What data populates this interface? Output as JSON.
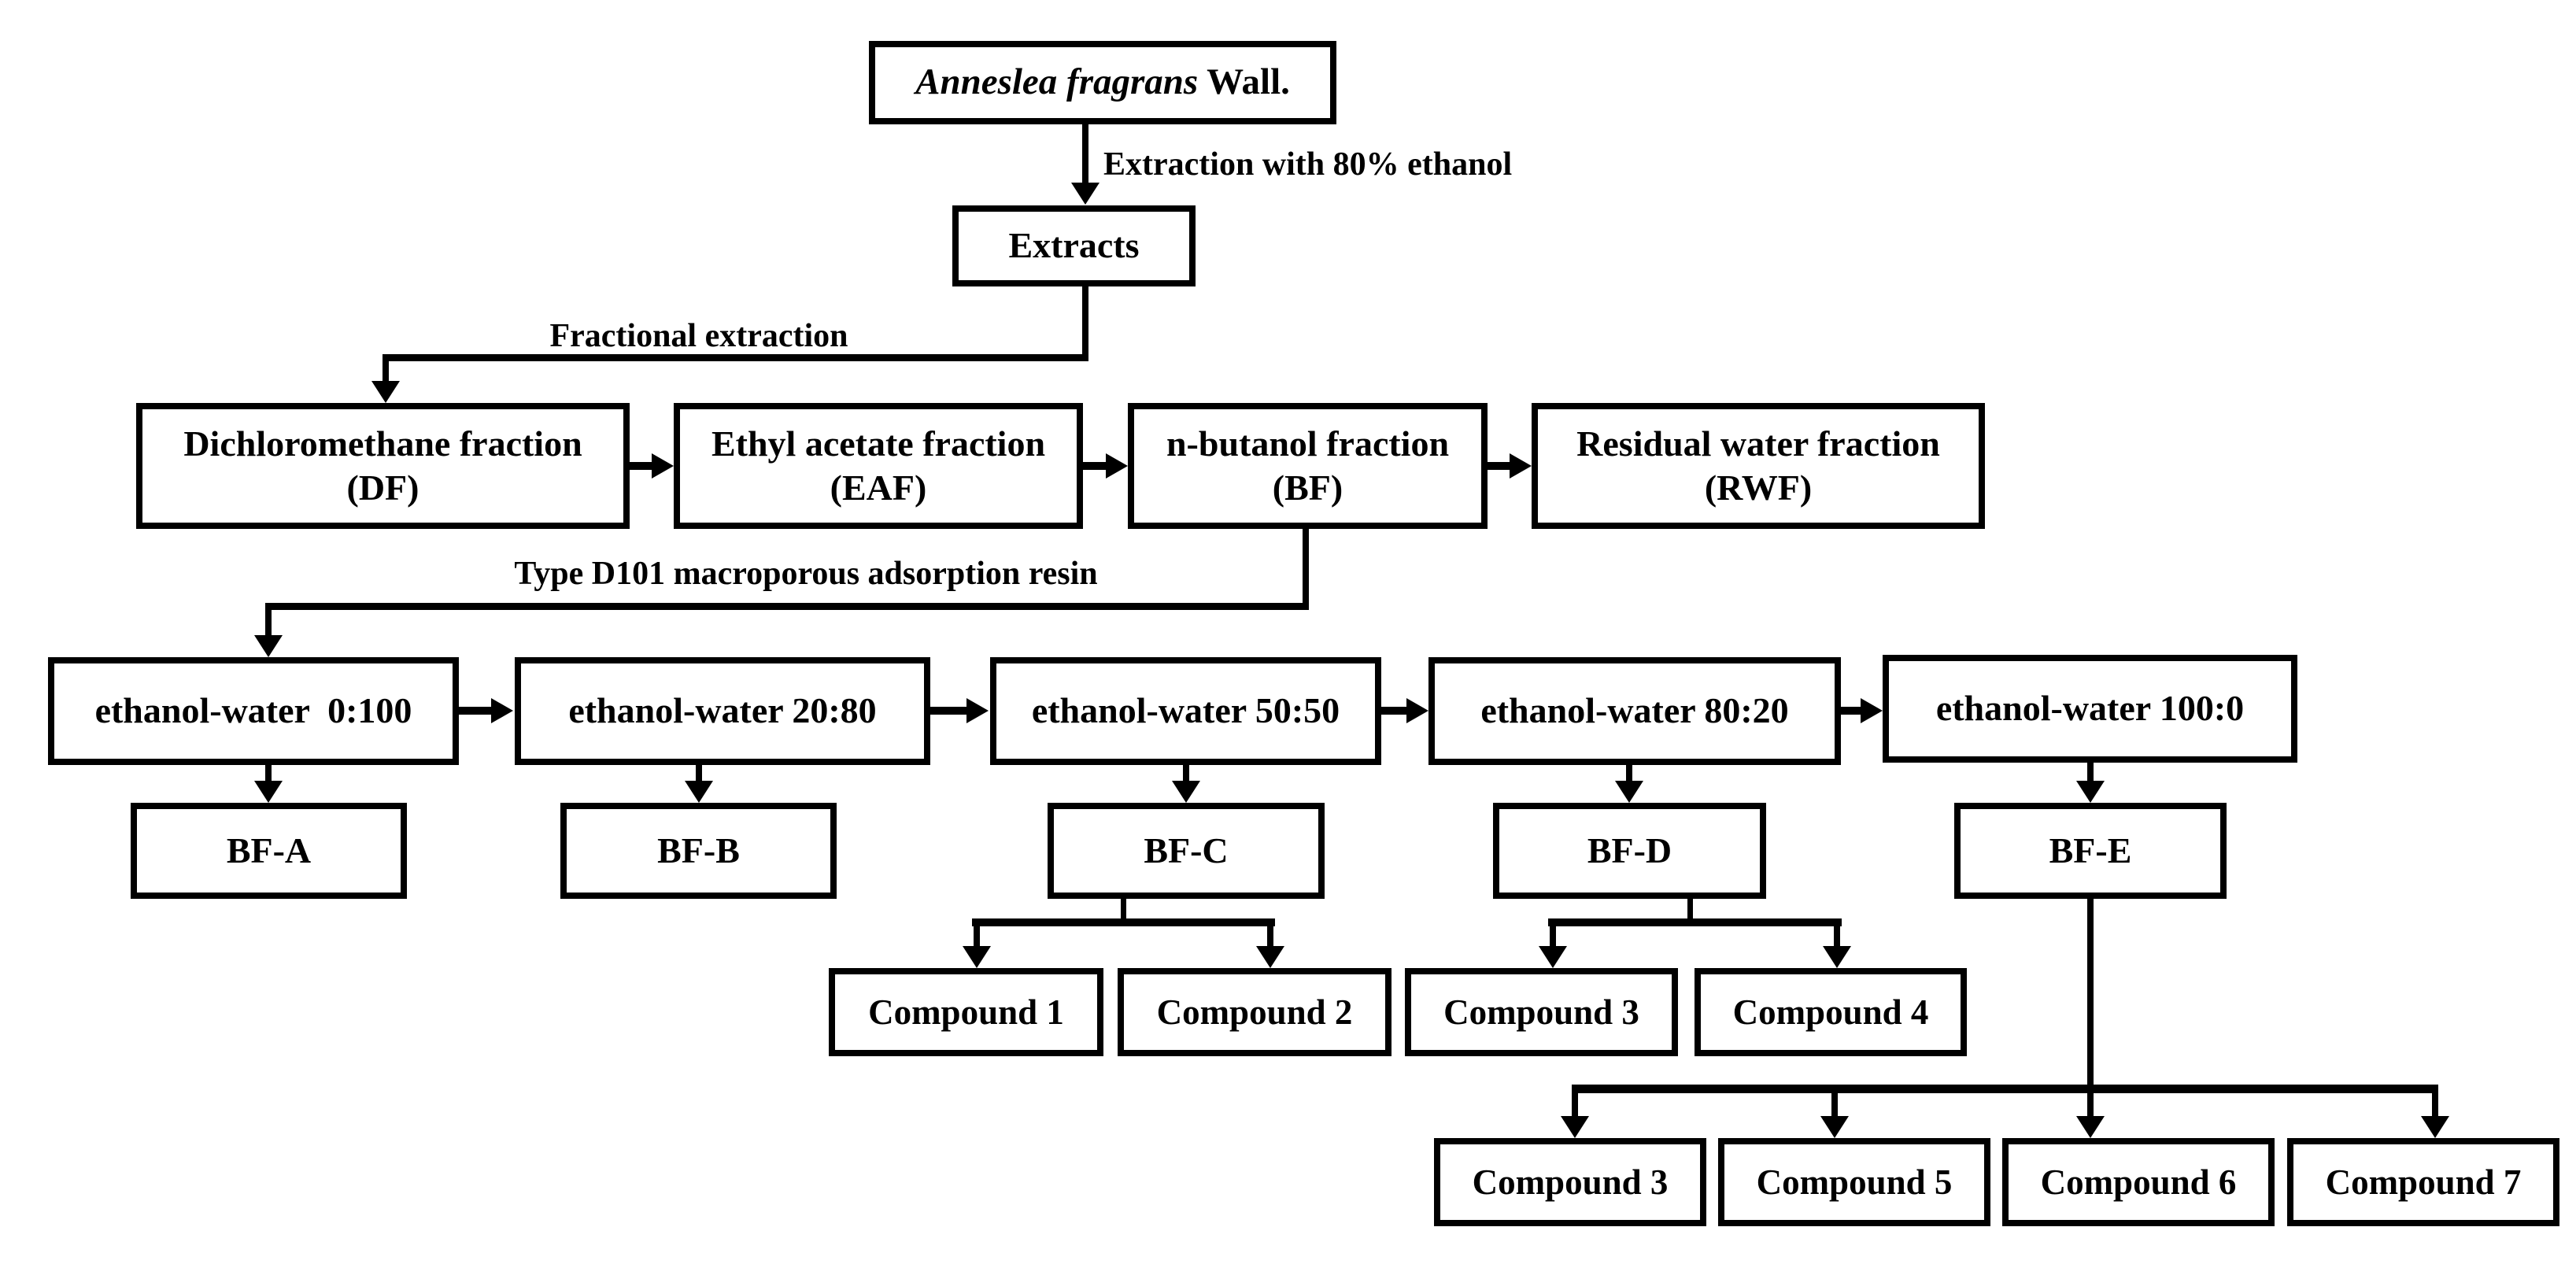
{
  "diagram": {
    "colors": {
      "ink": "#000000",
      "background": "#ffffff"
    },
    "title": {
      "species": "Anneslea fragrans",
      "author": " Wall."
    },
    "edge_labels": {
      "extraction": "Extraction with 80% ethanol",
      "fractional": "Fractional extraction",
      "resin": "Type D101 macroporous adsorption resin"
    },
    "nodes": {
      "extracts": {
        "label": "Extracts"
      },
      "df": {
        "label": "Dichloromethane fraction\n(DF)"
      },
      "eaf": {
        "label": "Ethyl acetate fraction\n(EAF)"
      },
      "bf": {
        "label": "n-butanol fraction\n(BF)"
      },
      "rwf": {
        "label": "Residual water fraction\n(RWF)"
      },
      "ew1": {
        "label": "ethanol-water  0:100"
      },
      "ew2": {
        "label": "ethanol-water 20:80"
      },
      "ew3": {
        "label": "ethanol-water 50:50"
      },
      "ew4": {
        "label": "ethanol-water 80:20"
      },
      "ew5": {
        "label": "ethanol-water 100:0"
      },
      "bfa": {
        "label": "BF-A"
      },
      "bfb": {
        "label": "BF-B"
      },
      "bfc": {
        "label": "BF-C"
      },
      "bfd": {
        "label": "BF-D"
      },
      "bfe": {
        "label": "BF-E"
      },
      "c1": {
        "label": "Compound 1"
      },
      "c2": {
        "label": "Compound 2"
      },
      "c3": {
        "label": "Compound 3"
      },
      "c4": {
        "label": "Compound 4"
      },
      "c3b": {
        "label": "Compound 3"
      },
      "c5": {
        "label": "Compound 5"
      },
      "c6": {
        "label": "Compound 6"
      },
      "c7": {
        "label": "Compound 7"
      }
    }
  }
}
